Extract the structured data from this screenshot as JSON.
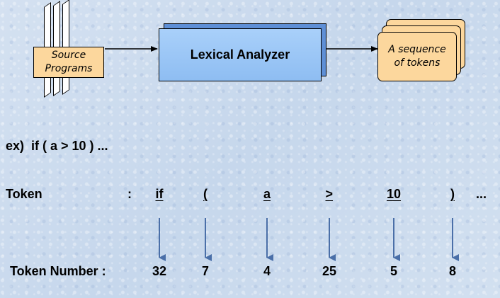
{
  "pipeline": {
    "source_line1": "Source",
    "source_line2": "Programs",
    "analyzer": "Lexical Analyzer",
    "output_line1": "A sequence",
    "output_line2": "of tokens"
  },
  "example": {
    "text": "ex)  if ( a > 10 ) ..."
  },
  "token_row": {
    "label": "Token",
    "colon": ":",
    "tokens": [
      "if",
      "(",
      "a",
      ">",
      "10",
      ")"
    ],
    "ellipsis": "..."
  },
  "number_row": {
    "label": "Token Number :",
    "numbers": [
      "32",
      "7",
      "4",
      "25",
      "5",
      "8"
    ]
  },
  "colors": {
    "arrow": "#4a6fa8",
    "analyzer_fill": "#9fc9f7",
    "note_fill": "#fcd79d"
  }
}
